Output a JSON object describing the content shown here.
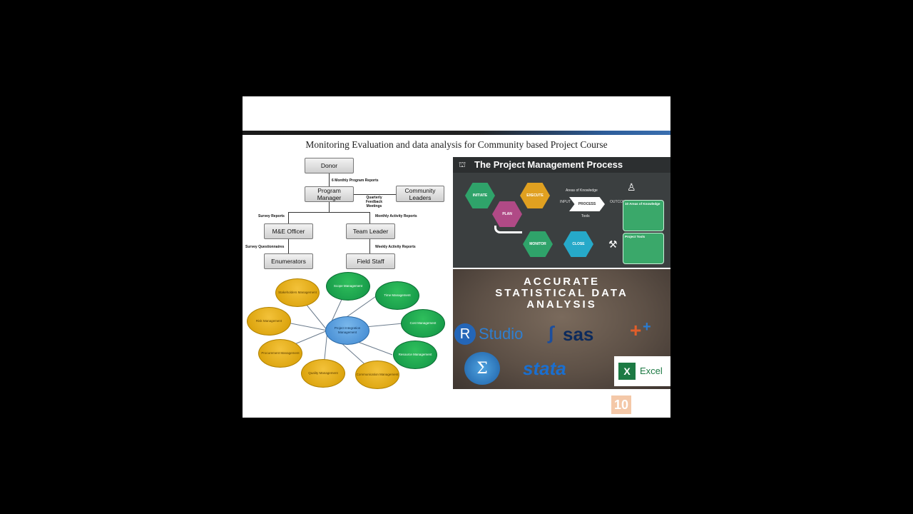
{
  "slide": {
    "title": "Monitoring Evaluation and data analysis for Community based Project Course",
    "page_number": "10"
  },
  "org_chart": {
    "donor": "Donor",
    "program_manager": "Program Manager",
    "community_leaders": "Community Leaders",
    "me_officer": "M&E Officer",
    "team_leader": "Team Leader",
    "enumerators": "Enumerators",
    "field_staff": "Field Staff",
    "flows": {
      "six_monthly": "6 Monthly Program Reports",
      "quarterly": "Quarterly Feedback Meetings",
      "survey_reports": "Survey Reports",
      "monthly_activity": "Monthly Activity Reports",
      "survey_questionnaires": "Survey Questionnaires",
      "weekly_activity": "Weekly Activity Reports"
    }
  },
  "knowledge_wheel": {
    "center": "Project Integration Management",
    "areas": {
      "scope": "Scope Management",
      "time": "Time Management",
      "cost": "Cost Management",
      "resource": "Resource Management",
      "communication": "Communication Management",
      "quality": "Quality Management",
      "procurement": "Procurement Management",
      "risk": "Risk Management",
      "stakeholders": "Stakeholders Management"
    }
  },
  "pm_process": {
    "title": "The Project Management Process",
    "steps": {
      "initiate": "INITIATE",
      "plan": "PLAN",
      "execute": "EXECUTE",
      "monitor": "MONITOR",
      "close": "CLOSE"
    },
    "process": "PROCESS",
    "input": "INPUT",
    "outcome": "OUTCOME",
    "areas_of_knowledge": "Areas of Knowledge",
    "tools": "Tools",
    "project_tools": "Project Tools",
    "ten_areas": "10 Areas of Knowledge"
  },
  "stats_panel": {
    "line1": "ACCURATE",
    "line2": "STATISTICAL DATA",
    "line3": "ANALYSIS",
    "logos": {
      "rstudio_r": "R",
      "rstudio": "Studio",
      "sas": "sas",
      "stata": "Stata",
      "excel": "Excel"
    }
  },
  "colors": {
    "gold": "#e0a800",
    "green": "#17a24e",
    "blue": "#5aa0e0",
    "badge": "#f4c8a8"
  }
}
